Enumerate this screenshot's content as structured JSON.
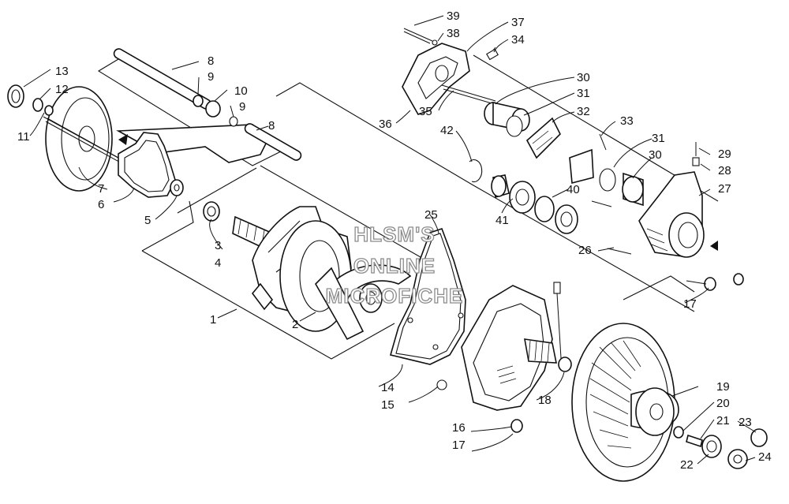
{
  "callouts": [
    {
      "id": "c1",
      "text": "1"
    },
    {
      "id": "c2",
      "text": "2"
    },
    {
      "id": "c3",
      "text": "3"
    },
    {
      "id": "c4",
      "text": "4"
    },
    {
      "id": "c5",
      "text": "5"
    },
    {
      "id": "c6",
      "text": "6"
    },
    {
      "id": "c7",
      "text": "7"
    },
    {
      "id": "c8a",
      "text": "8"
    },
    {
      "id": "c8b",
      "text": "8"
    },
    {
      "id": "c9a",
      "text": "9"
    },
    {
      "id": "c9b",
      "text": "9"
    },
    {
      "id": "c10",
      "text": "10"
    },
    {
      "id": "c11",
      "text": "11"
    },
    {
      "id": "c12",
      "text": "12"
    },
    {
      "id": "c13",
      "text": "13"
    },
    {
      "id": "c14",
      "text": "14"
    },
    {
      "id": "c15",
      "text": "15"
    },
    {
      "id": "c16",
      "text": "16"
    },
    {
      "id": "c17a",
      "text": "17"
    },
    {
      "id": "c17b",
      "text": "17"
    },
    {
      "id": "c18",
      "text": "18"
    },
    {
      "id": "c19",
      "text": "19"
    },
    {
      "id": "c20",
      "text": "20"
    },
    {
      "id": "c21",
      "text": "21"
    },
    {
      "id": "c22",
      "text": "22"
    },
    {
      "id": "c23",
      "text": "23"
    },
    {
      "id": "c24",
      "text": "24"
    },
    {
      "id": "c25",
      "text": "25"
    },
    {
      "id": "c26",
      "text": "26"
    },
    {
      "id": "c27",
      "text": "27"
    },
    {
      "id": "c28",
      "text": "28"
    },
    {
      "id": "c29",
      "text": "29"
    },
    {
      "id": "c30a",
      "text": "30"
    },
    {
      "id": "c30b",
      "text": "30"
    },
    {
      "id": "c31a",
      "text": "31"
    },
    {
      "id": "c31b",
      "text": "31"
    },
    {
      "id": "c32",
      "text": "32"
    },
    {
      "id": "c33",
      "text": "33"
    },
    {
      "id": "c34",
      "text": "34"
    },
    {
      "id": "c35",
      "text": "35"
    },
    {
      "id": "c36",
      "text": "36"
    },
    {
      "id": "c37",
      "text": "37"
    },
    {
      "id": "c38",
      "text": "38"
    },
    {
      "id": "c39",
      "text": "39"
    },
    {
      "id": "c40",
      "text": "40"
    },
    {
      "id": "c41",
      "text": "41"
    },
    {
      "id": "c42",
      "text": "42"
    }
  ],
  "watermark": {
    "line1": "HLSM'S",
    "line2": "ONLINE",
    "line3": "MICROFICHE"
  },
  "colors": {
    "ink": "#111111",
    "paper": "#ffffff",
    "watermark_outline": "#8c8c8c"
  }
}
